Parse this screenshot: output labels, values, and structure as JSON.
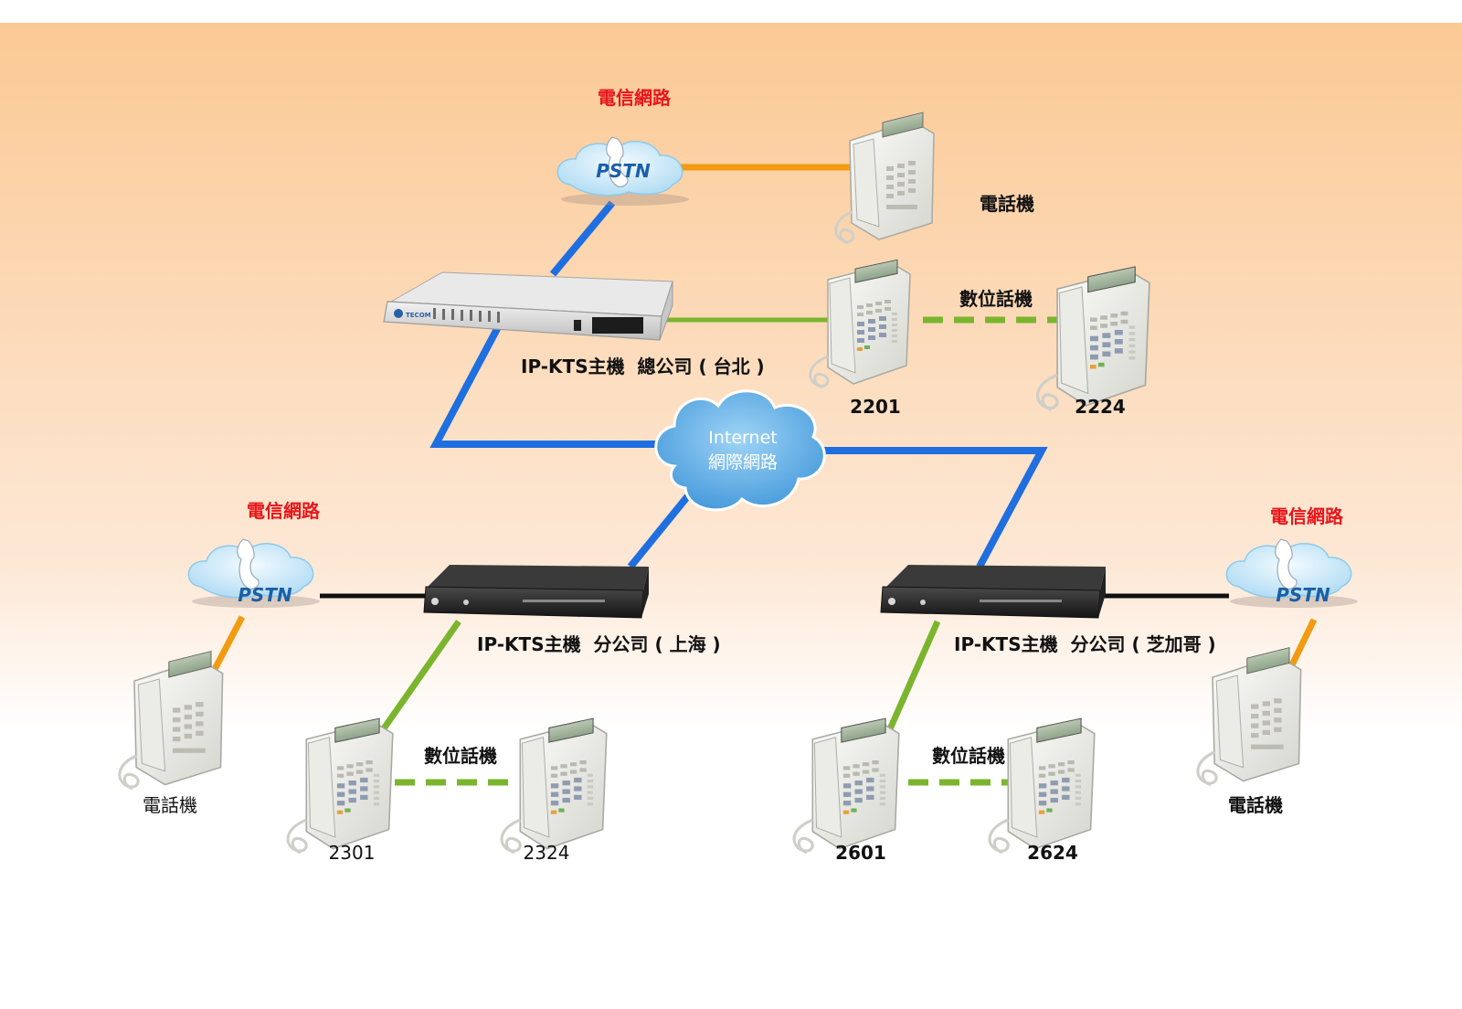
{
  "colors": {
    "pstn_label": "#e8161a",
    "text": "#111111",
    "backbone": "#1f6fe0",
    "digital_link": "#7bb52e",
    "analog_link": "#f29a10",
    "trunk_link": "#111111",
    "bg_top": "#fbc994",
    "bg_bottom": "#ffffff"
  },
  "hq": {
    "pstn_title": "電信網路",
    "pstn_cloud": "PSTN",
    "analog_phone_label": "電話機",
    "digital_label": "數位話機",
    "pbx_label": "IP-KTS主機  總公司 ( 台北 )",
    "pbx_brand": "TECOM",
    "ext_a": "2201",
    "ext_b": "2224"
  },
  "internet": {
    "line1": "Internet",
    "line2": "網際網路"
  },
  "shanghai": {
    "pstn_title": "電信網路",
    "pstn_cloud": "PSTN",
    "pbx_label": "IP-KTS主機  分公司 ( 上海 )",
    "analog_phone_label": "電話機",
    "digital_label": "數位話機",
    "ext_a": "2301",
    "ext_b": "2324"
  },
  "chicago": {
    "pstn_title": "電信網路",
    "pstn_cloud": "PSTN",
    "pbx_label": "IP-KTS主機  分公司 ( 芝加哥 )",
    "analog_phone_label": "電話機",
    "digital_label": "數位話機",
    "ext_a": "2601",
    "ext_b": "2624"
  }
}
